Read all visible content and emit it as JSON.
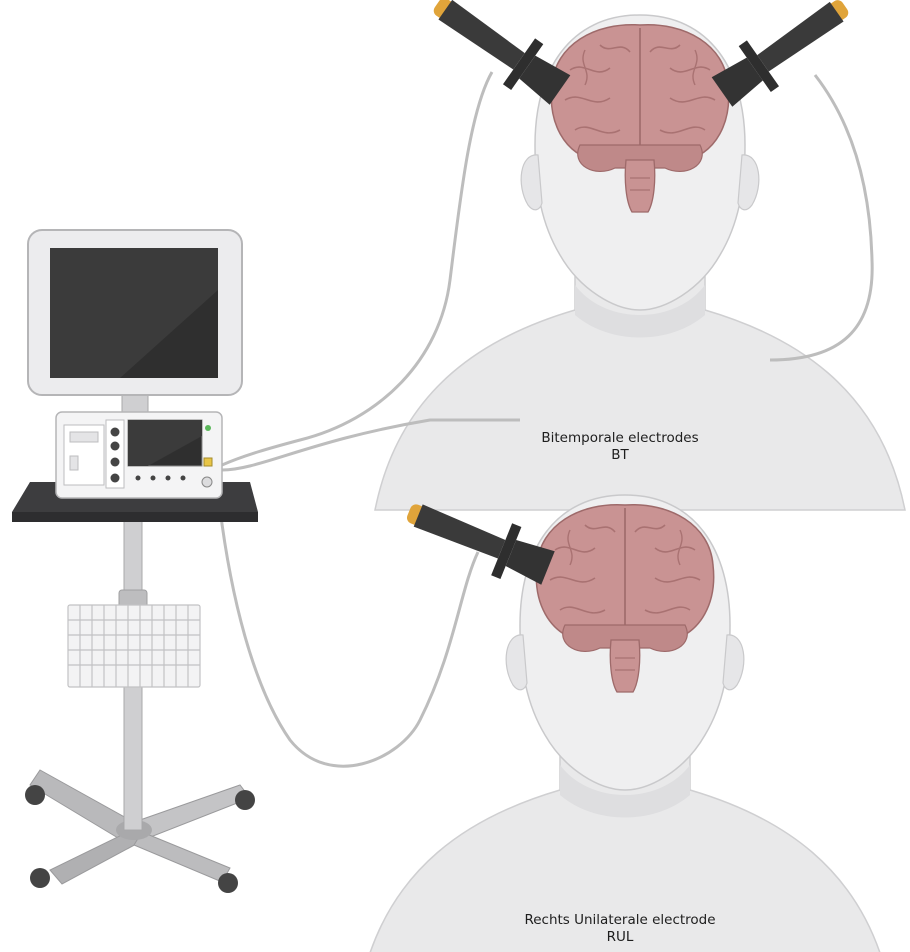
{
  "diagram": {
    "configurations": [
      {
        "id": "bitemporal",
        "label": "Bitemporale electrodes",
        "abbreviation": "BT"
      },
      {
        "id": "right-unilateral",
        "label": "Rechts Unilaterale electrode",
        "abbreviation": "RUL"
      }
    ],
    "icons": [
      "ect-device-icon",
      "monitor-icon",
      "trolley-cart-icon",
      "wire-basket-icon",
      "electrode-handle-icon",
      "brain-icon",
      "head-silhouette-icon"
    ],
    "colors": {
      "skin": "#e9e9ea",
      "outline": "#c9c9cb",
      "brain": "#c99393",
      "brain_fold": "#ad7676",
      "electrode": "#3a3a3a",
      "electrode_tip": "#e0a43a",
      "screen": "#2f2f2f",
      "cable": "#bdbdbd",
      "led_green": "#5cb85c",
      "led_yellow": "#e8c547"
    }
  }
}
